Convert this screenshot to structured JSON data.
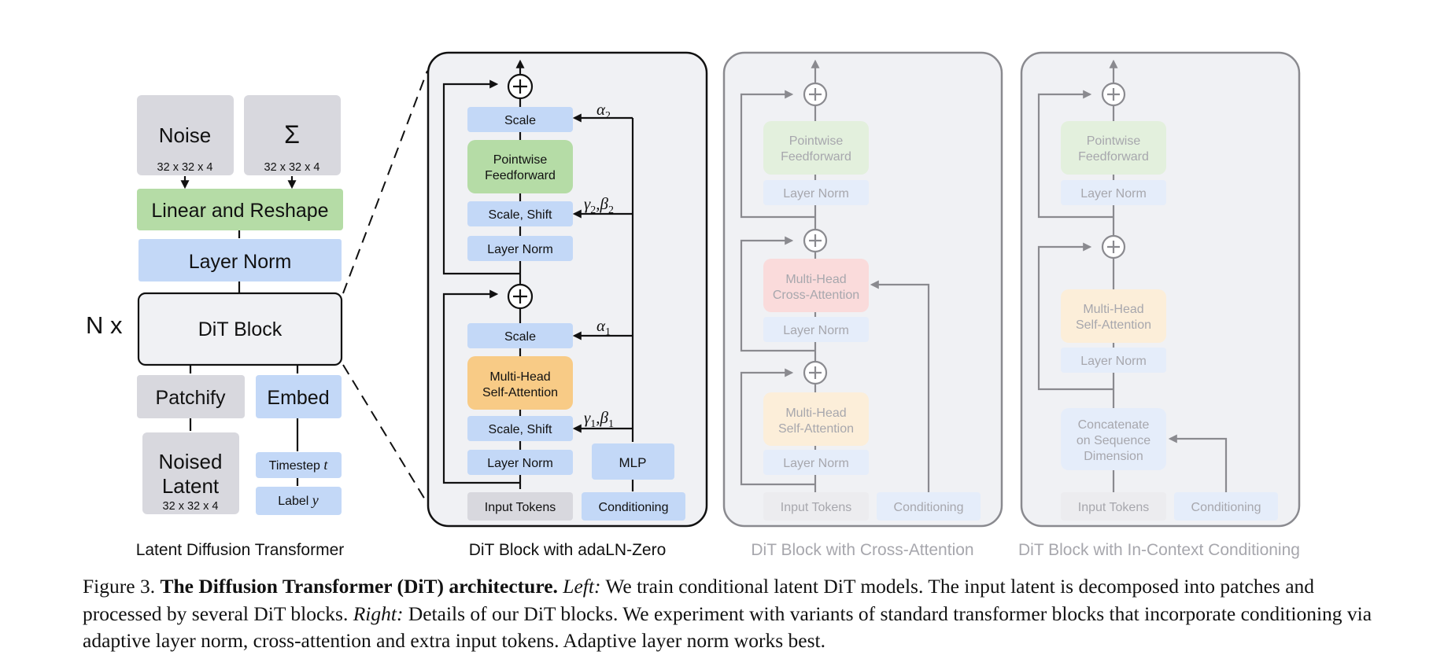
{
  "left": {
    "noise": "Noise",
    "noise_dim": "32 x 32 x 4",
    "sigma": "Σ",
    "sigma_dim": "32 x 32 x 4",
    "linear": "Linear and Reshape",
    "layer_norm": "Layer Norm",
    "nx": "N x",
    "dit_block": "DiT Block",
    "patchify": "Patchify",
    "embed": "Embed",
    "noised_1": "Noised",
    "noised_2": "Latent",
    "noised_dim": "32 x 32 x 4",
    "timestep": "Timestep ",
    "timestep_var": "t",
    "label": "Label ",
    "label_var": "y",
    "title": "Latent Diffusion Transformer"
  },
  "adaln": {
    "scale_top": "Scale",
    "ff_1": "Pointwise",
    "ff_2": "Feedforward",
    "scale_shift_top": "Scale, Shift",
    "layer_norm_top": "Layer Norm",
    "scale_bot": "Scale",
    "mhsa_1": "Multi-Head",
    "mhsa_2": "Self-Attention",
    "scale_shift_bot": "Scale, Shift",
    "layer_norm_bot": "Layer Norm",
    "mlp": "MLP",
    "input_tokens": "Input Tokens",
    "conditioning": "Conditioning",
    "alpha2": "α",
    "alpha2_sub": "2",
    "gb2_g": "γ",
    "gb2_gsub": "2",
    "gb2_b": ",β",
    "gb2_bsub": "2",
    "alpha1": "α",
    "alpha1_sub": "1",
    "gb1_g": "γ",
    "gb1_gsub": "1",
    "gb1_b": ",β",
    "gb1_bsub": "1",
    "title": "DiT Block with adaLN-Zero"
  },
  "cross": {
    "ff_1": "Pointwise",
    "ff_2": "Feedforward",
    "ln1": "Layer Norm",
    "mhca_1": "Multi-Head",
    "mhca_2": "Cross-Attention",
    "ln2": "Layer Norm",
    "mhsa_1": "Multi-Head",
    "mhsa_2": "Self-Attention",
    "ln3": "Layer Norm",
    "input_tokens": "Input Tokens",
    "conditioning": "Conditioning",
    "title": "DiT Block with Cross-Attention"
  },
  "incontext": {
    "ff_1": "Pointwise",
    "ff_2": "Feedforward",
    "ln1": "Layer Norm",
    "mhsa_1": "Multi-Head",
    "mhsa_2": "Self-Attention",
    "ln2": "Layer Norm",
    "concat_1": "Concatenate",
    "concat_2": "on Sequence",
    "concat_3": "Dimension",
    "input_tokens": "Input Tokens",
    "conditioning": "Conditioning",
    "title": "DiT Block with In-Context Conditioning"
  },
  "caption": {
    "prefix": "Figure 3. ",
    "bold": "The Diffusion Transformer (DiT) architecture.",
    "left_label": "Left:",
    "left_text": " We train conditional latent DiT models. The input latent is decomposed into patches and processed by several DiT blocks. ",
    "right_label": "Right:",
    "right_text": " Details of our DiT blocks. We experiment with variants of standard transformer blocks that incorporate conditioning via adaptive layer norm, cross-attention and extra input tokens. Adaptive layer norm works best."
  },
  "colors": {
    "gray_box": "#d8d8de",
    "green_box": "#b5dca6",
    "blue_box": "#c3d8f7",
    "orange_box": "#f8cb86",
    "panel_bg": "#f0f1f4",
    "faded_green": "#e3f0dd",
    "faded_blue": "#e5edfa",
    "faded_red": "#fadbdb",
    "faded_orange": "#fceed9",
    "faded_gray": "#ececef",
    "faded_text": "#a7a7ad"
  }
}
